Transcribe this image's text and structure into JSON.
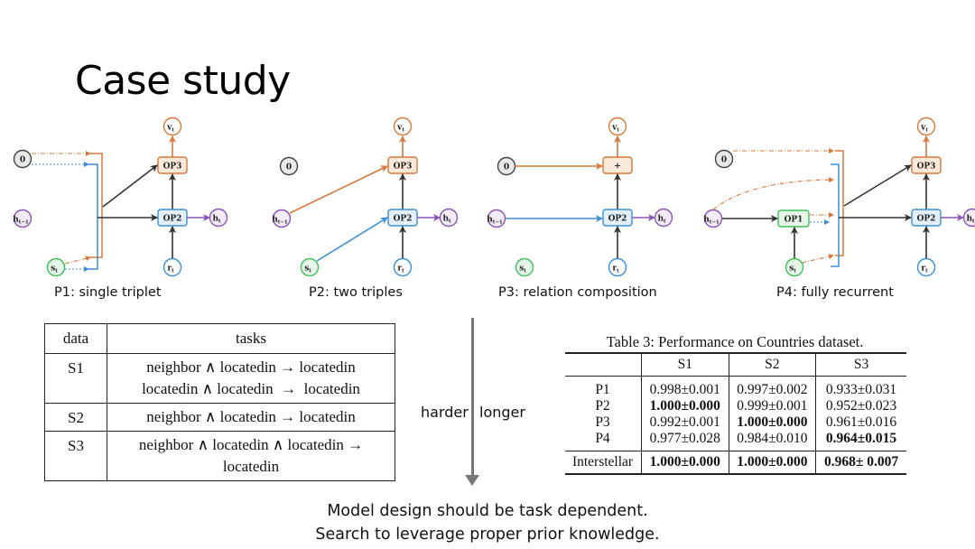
{
  "slide": {
    "title": "Case study"
  },
  "diagrams": [
    {
      "id": "P1",
      "caption": "P1: single triplet",
      "nodes": {
        "zero": "0",
        "h_prev": "h",
        "h_prev_sub": "t−1",
        "s": "s",
        "s_sub": "t",
        "r": "r",
        "r_sub": "t",
        "h": "h",
        "h_sub": "t",
        "v": "v",
        "v_sub": "t"
      },
      "ops": [
        "OP2",
        "OP3"
      ]
    },
    {
      "id": "P2",
      "caption": "P2: two triples",
      "nodes": {
        "zero": "0",
        "h_prev": "h",
        "h_prev_sub": "t−1",
        "s": "s",
        "s_sub": "t",
        "r": "r",
        "r_sub": "t",
        "h": "h",
        "h_sub": "t",
        "v": "v",
        "v_sub": "t"
      },
      "ops": [
        "OP2",
        "OP3"
      ]
    },
    {
      "id": "P3",
      "caption": "P3: relation composition",
      "nodes": {
        "zero": "0",
        "h_prev": "h",
        "h_prev_sub": "t−1",
        "s": "s",
        "s_sub": "t",
        "r": "r",
        "r_sub": "t",
        "h": "h",
        "h_sub": "t",
        "v": "v",
        "v_sub": "t"
      },
      "ops": [
        "OP2",
        "+"
      ]
    },
    {
      "id": "P4",
      "caption": "P4: fully recurrent",
      "nodes": {
        "zero": "0",
        "h_prev": "h",
        "h_prev_sub": "t−1",
        "s": "s",
        "s_sub": "t",
        "r": "r",
        "r_sub": "t",
        "h": "h",
        "h_sub": "t",
        "v": "v",
        "v_sub": "t"
      },
      "ops": [
        "OP1",
        "OP2",
        "OP3"
      ]
    }
  ],
  "colors": {
    "orange": "#d9783a",
    "blue": "#3a8fd6",
    "green": "#3fbf5a",
    "purple": "#8a55b5",
    "gray": "#555555",
    "dark": "#333333"
  },
  "task_table": {
    "headers": [
      "data",
      "tasks"
    ],
    "rows": [
      {
        "data": "S1",
        "tasks": [
          "neighbor ∧ locatedin → locatedin",
          "locatedin ∧ locatedin  →  locatedin"
        ]
      },
      {
        "data": "S2",
        "tasks": [
          "neighbor ∧ locatedin → locatedin"
        ]
      },
      {
        "data": "S3",
        "tasks": [
          "neighbor ∧ locatedin ∧ locatedin →",
          "locatedin"
        ]
      }
    ]
  },
  "arrow": {
    "left_label": "harder",
    "right_label": "longer"
  },
  "perf_table": {
    "caption": "Table 3: Performance on Countries dataset.",
    "headers": [
      "",
      "S1",
      "S2",
      "S3"
    ],
    "rows": [
      {
        "label": "P1",
        "cells": [
          {
            "v": "0.998±0.001",
            "bold": false
          },
          {
            "v": "0.997±0.002",
            "bold": false
          },
          {
            "v": "0.933±0.031",
            "bold": false
          }
        ]
      },
      {
        "label": "P2",
        "cells": [
          {
            "v": "1.000±0.000",
            "bold": true
          },
          {
            "v": "0.999±0.001",
            "bold": false
          },
          {
            "v": "0.952±0.023",
            "bold": false
          }
        ]
      },
      {
        "label": "P3",
        "cells": [
          {
            "v": "0.992±0.001",
            "bold": false
          },
          {
            "v": "1.000±0.000",
            "bold": true
          },
          {
            "v": "0.961±0.016",
            "bold": false
          }
        ]
      },
      {
        "label": "P4",
        "cells": [
          {
            "v": "0.977±0.028",
            "bold": false
          },
          {
            "v": "0.984±0.010",
            "bold": false
          },
          {
            "v": "0.964±0.015",
            "bold": true
          }
        ]
      }
    ],
    "summary": {
      "label": "Interstellar",
      "cells": [
        {
          "v": "1.000±0.000",
          "bold": true
        },
        {
          "v": "1.000±0.000",
          "bold": true
        },
        {
          "v": "0.968± 0.007",
          "bold": true
        }
      ]
    }
  },
  "conclusion": {
    "line1": "Model design should be task dependent.",
    "line2": "Search to leverage proper prior knowledge."
  }
}
